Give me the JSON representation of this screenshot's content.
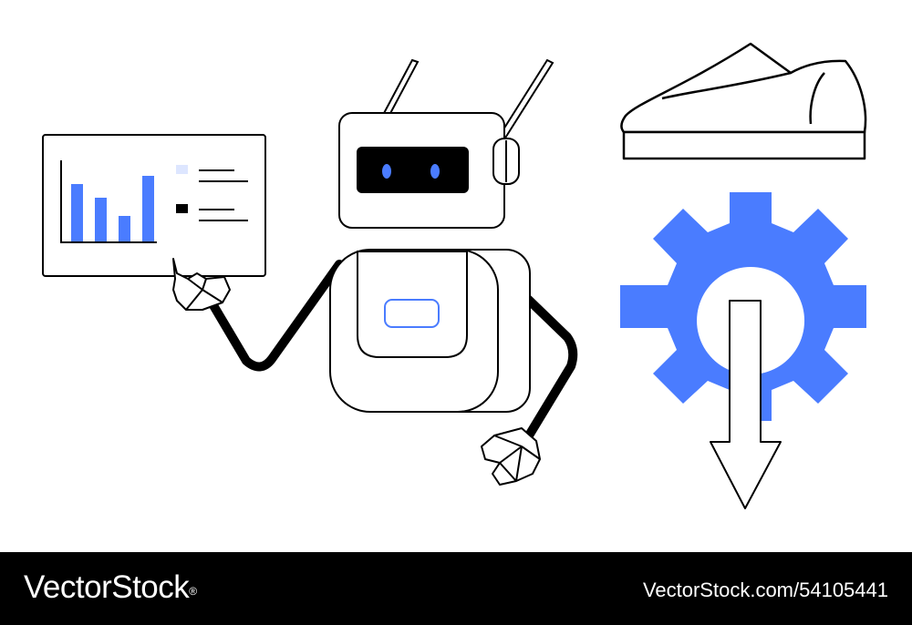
{
  "colors": {
    "accent": "#4a7cff",
    "ink": "#000000",
    "legend_light": "#dde6ff",
    "background": "#ffffff",
    "footer_bg": "#000000",
    "footer_text": "#ffffff"
  },
  "icons": {
    "robot": "robot-icon",
    "chart_board": "bar-chart-icon",
    "shoe": "shoe-icon",
    "gear": "gear-icon",
    "arrow": "arrow-down-icon"
  },
  "chart_card": {
    "bar_levels": [
      0.63,
      0.48,
      0.28,
      0.72
    ]
  },
  "footer": {
    "brand": "VectorStock",
    "registered_mark": "®",
    "image_id": "VectorStock.com/54105441"
  }
}
